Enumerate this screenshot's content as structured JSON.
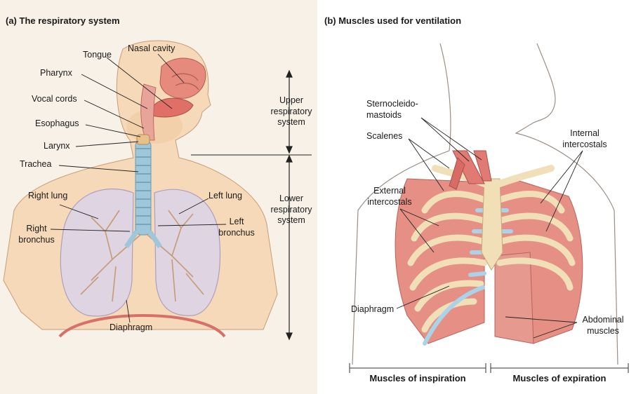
{
  "panel_a": {
    "title": "(a) The respiratory system",
    "labels": {
      "nasal_cavity": "Nasal cavity",
      "tongue": "Tongue",
      "pharynx": "Pharynx",
      "vocal_cords": "Vocal cords",
      "esophagus": "Esophagus",
      "larynx": "Larynx",
      "trachea": "Trachea",
      "right_lung": "Right lung",
      "left_lung": "Left lung",
      "right_bronchus_1": "Right",
      "right_bronchus_2": "bronchus",
      "left_bronchus_1": "Left",
      "left_bronchus_2": "bronchus",
      "diaphragm": "Diaphragm",
      "upper_1": "Upper",
      "upper_2": "respiratory",
      "upper_3": "system",
      "lower_1": "Lower",
      "lower_2": "respiratory",
      "lower_3": "system"
    }
  },
  "panel_b": {
    "title": "(b) Muscles used for ventilation",
    "labels": {
      "scm_1": "Sternocleido-",
      "scm_2": "mastoids",
      "scalenes": "Scalenes",
      "external_1": "External",
      "external_2": "intercostals",
      "internal_1": "Internal",
      "internal_2": "intercostals",
      "diaphragm": "Diaphragm",
      "abdominal_1": "Abdominal",
      "abdominal_2": "muscles"
    },
    "footer": {
      "inspiration": "Muscles of inspiration",
      "expiration": "Muscles of expiration"
    }
  },
  "colors": {
    "skin": "#f6d9b8",
    "lung": "#ddd4e6",
    "muscle": "#e0867c",
    "bone": "#f1dfb8",
    "cartilage": "#a9d3e8",
    "diaphragm_line": "#d8706a"
  }
}
